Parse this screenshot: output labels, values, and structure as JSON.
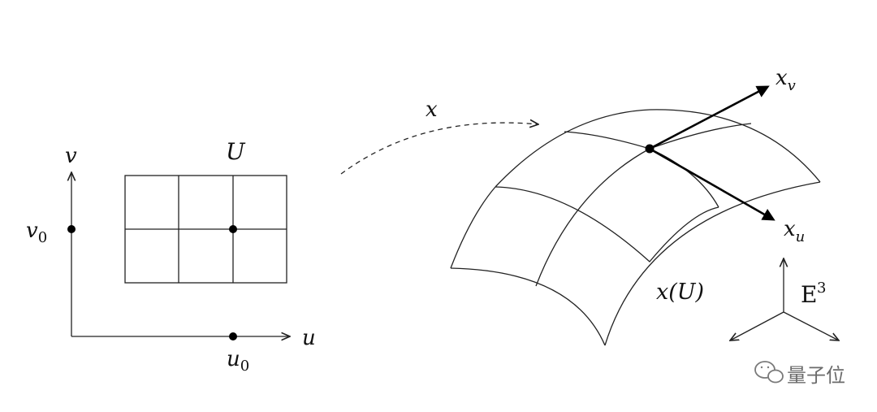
{
  "domain_labels": {
    "region": "U",
    "axis_v": "v",
    "axis_u": "u",
    "v0_label": "v",
    "v0_sub": "0",
    "u0_label": "u",
    "u0_sub": "0"
  },
  "mapping": {
    "label": "x"
  },
  "surface": {
    "label": "x(U)",
    "xv_label": "x",
    "xv_sub": "v",
    "xu_label": "x",
    "xu_sub": "u"
  },
  "space": {
    "label_base": "E",
    "label_sup": "3"
  },
  "watermark": {
    "text": "量子位",
    "icon": "wechat-icon"
  },
  "colors": {
    "ink": "#111111",
    "watermark": "#6b6b6b"
  }
}
